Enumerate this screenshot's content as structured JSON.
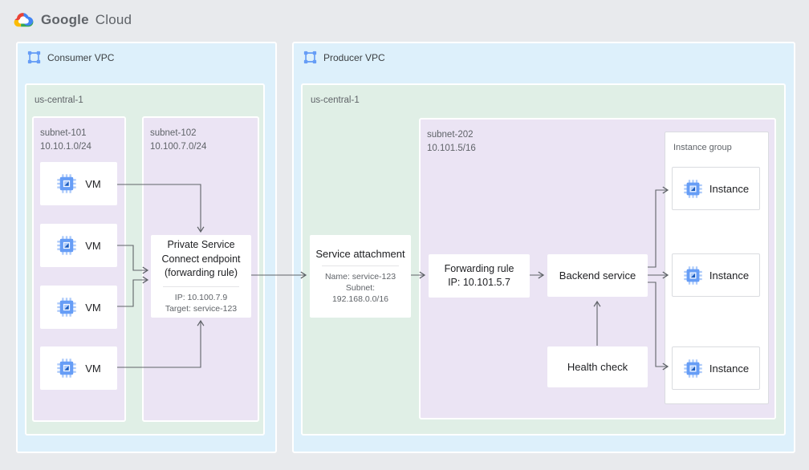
{
  "colors": {
    "page_bg": "#e8eaed",
    "vpc_fill": "#ddf0fb",
    "region_fill": "#e0efe6",
    "subnet_fill": "#ebe4f4",
    "card_bg": "#ffffff",
    "card_border": "#dadce0",
    "divider": "#e4e4e7",
    "arrow": "#5f6368",
    "title_text": "#202124",
    "label_text": "#3c4043",
    "secondary_text": "#5f6368",
    "icon_blue": "#4285f4",
    "icon_blue_mid": "#669df6",
    "icon_blue_light": "#aecbfa",
    "icon_blue_dark": "#185abc",
    "logo_red": "#ea4335",
    "logo_yellow": "#fbbc05",
    "logo_green": "#34a853",
    "logo_gray": "#5f6368"
  },
  "logo": {
    "brand": "Google",
    "product": "Cloud"
  },
  "consumer_vpc": {
    "label": "Consumer VPC",
    "region_label": "us-central-1",
    "subnet101": {
      "name": "subnet-101",
      "cidr": "10.10.1.0/24"
    },
    "subnet102": {
      "name": "subnet-102",
      "cidr": "10.100.7.0/24"
    },
    "vms": [
      {
        "label": "VM"
      },
      {
        "label": "VM"
      },
      {
        "label": "VM"
      },
      {
        "label": "VM"
      }
    ],
    "psc_endpoint": {
      "title_lines": [
        "Private Service",
        "Connect endpoint",
        "(forwarding rule)"
      ],
      "detail_lines": [
        "IP: 10.100.7.9",
        "Target: service-123"
      ]
    }
  },
  "producer_vpc": {
    "label": "Producer VPC",
    "region_label": "us-central-1",
    "service_attachment": {
      "title": "Service attachment",
      "detail_lines": [
        "Name: service-123",
        "Subnet:",
        "192.168.0.0/16"
      ]
    },
    "subnet202": {
      "name": "subnet-202",
      "cidr": "10.101.5/16"
    },
    "forwarding_rule": {
      "lines": [
        "Forwarding rule",
        "IP: 10.101.5.7"
      ]
    },
    "backend_service": {
      "label": "Backend service"
    },
    "health_check": {
      "label": "Health check"
    },
    "instance_group": {
      "label": "Instance group",
      "instances": [
        {
          "label": "Instance"
        },
        {
          "label": "Instance"
        },
        {
          "label": "Instance"
        }
      ]
    }
  }
}
